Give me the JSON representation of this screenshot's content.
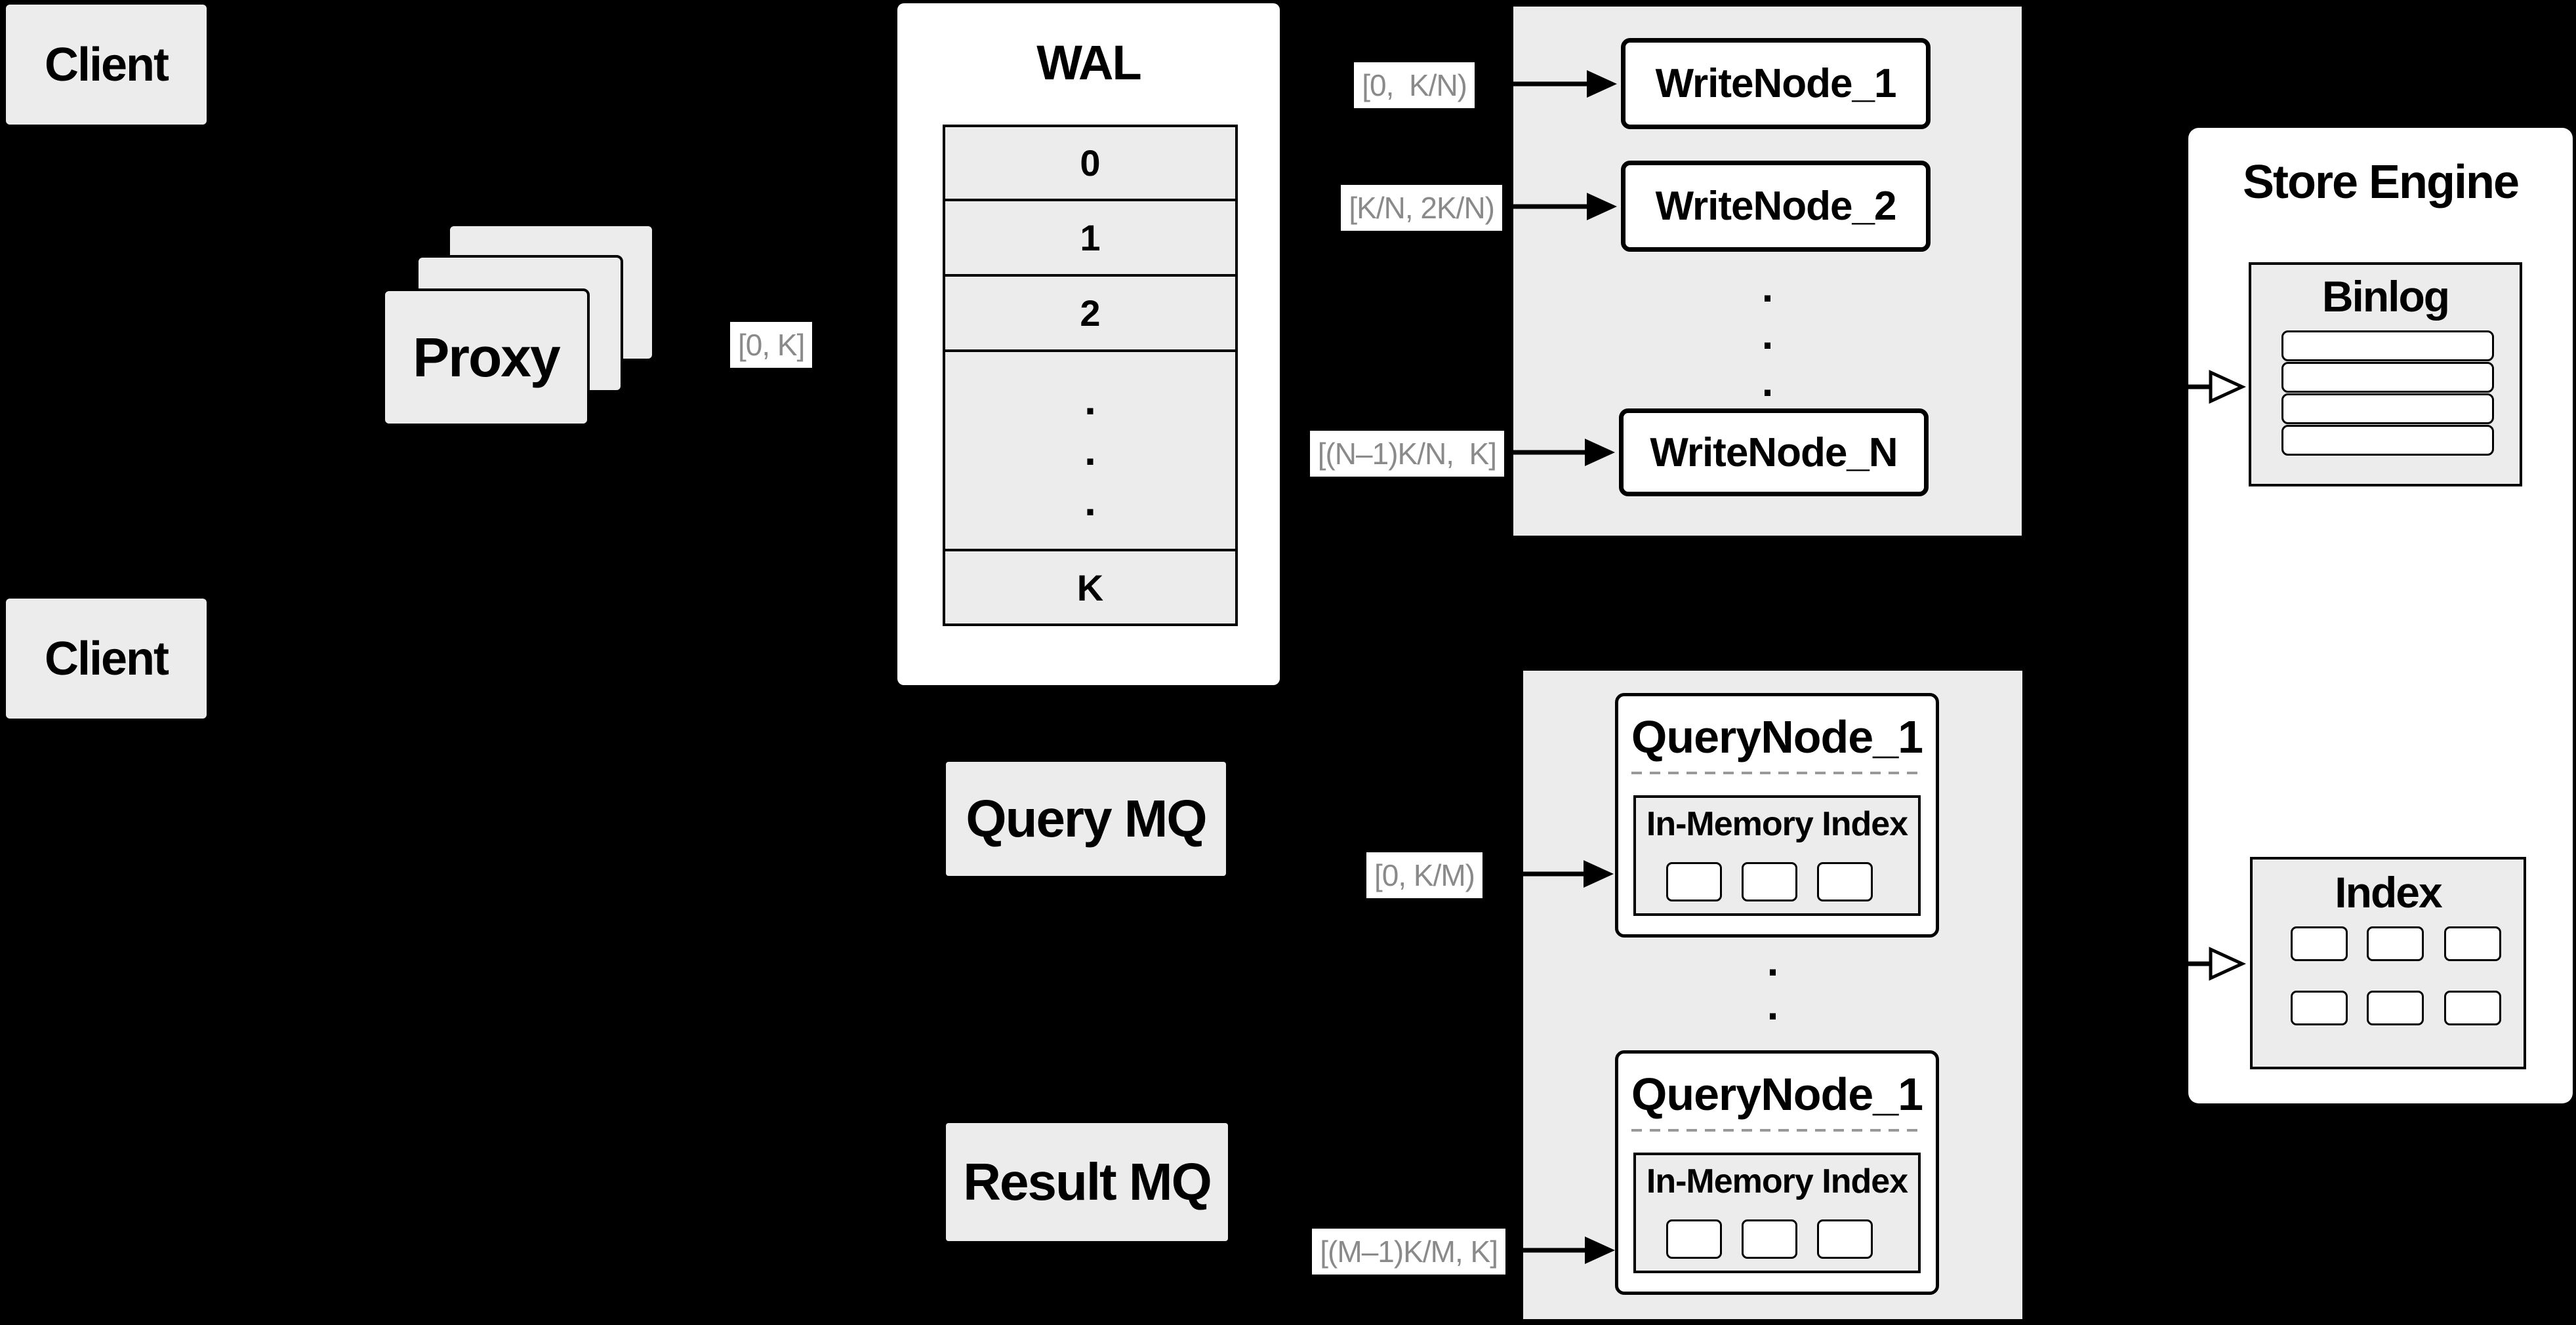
{
  "nodes": {
    "client_top": "Client",
    "client_bottom": "Client",
    "proxy": "Proxy"
  },
  "wal": {
    "title": "WAL",
    "rows": [
      "0",
      "1",
      "2"
    ],
    "last_row": "K"
  },
  "ranges": {
    "proxy_to_wal": "[0, K]",
    "write": [
      "[0,  K/N)",
      "[K/N, 2K/N)",
      "[(N–1)K/N,  K]"
    ],
    "query": [
      "[0, K/M)",
      "[(M–1)K/M, K]"
    ]
  },
  "write_nodes": {
    "items": [
      "WriteNode_1",
      "WriteNode_2",
      "WriteNode_N"
    ]
  },
  "query_nodes": {
    "items": [
      {
        "title": "QueryNode_1",
        "index_title": "In-Memory Index",
        "cell_count": 3
      },
      {
        "title": "QueryNode_1",
        "index_title": "In-Memory Index",
        "cell_count": 3
      }
    ]
  },
  "mq": {
    "query": "Query MQ",
    "result": "Result MQ"
  },
  "store_engine": {
    "title": "Store Engine",
    "binlog": "Binlog",
    "binlog_row_count": 4,
    "index": "Index",
    "index_cell_count": 6
  },
  "misc": {
    "dot": "."
  },
  "colors": {
    "background": "#000000",
    "panel_gray": "#ececec",
    "box_white": "#ffffff",
    "border": "#000000",
    "range_text": "#8a8a8a"
  }
}
